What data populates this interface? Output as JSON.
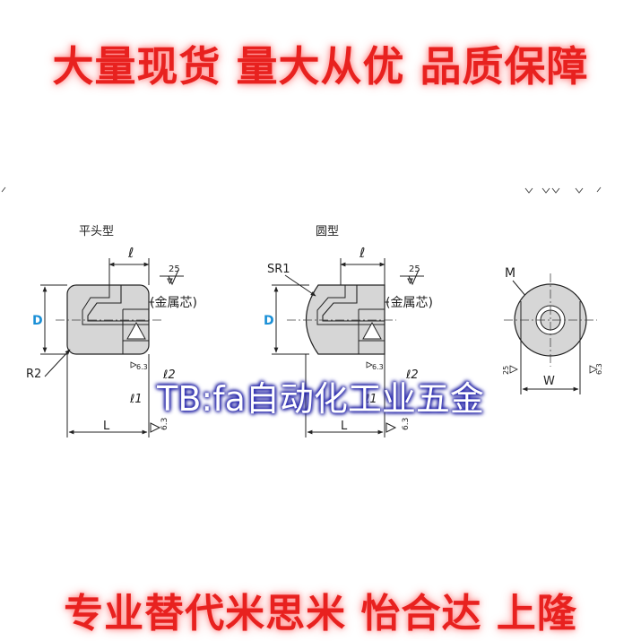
{
  "banners": {
    "top": "大量现货  量大从优 品质保障",
    "bottom": "专业替代米思米 怡合达 上隆"
  },
  "watermark": "TB:fa自动化工业五金",
  "drawing": {
    "flat": {
      "title": "平头型",
      "ell": "ℓ",
      "roughness": "25",
      "core_label": "(金属芯)",
      "D": "D",
      "R2": "R2",
      "L": "L",
      "surface": "6.3",
      "l1": "ℓ1",
      "l2": "ℓ2",
      "flatness": "6.3"
    },
    "round": {
      "title": "圆型",
      "ell": "ℓ",
      "roughness": "25",
      "core_label": "(金属芯)",
      "D": "D",
      "SR1": "SR1",
      "L": "L",
      "surface": "6.3",
      "l1": "ℓ1",
      "l2": "ℓ2",
      "flatness": "6.3"
    },
    "end_view": {
      "M": "M",
      "W": "W",
      "roughness": "25",
      "surface": "6.3"
    }
  }
}
